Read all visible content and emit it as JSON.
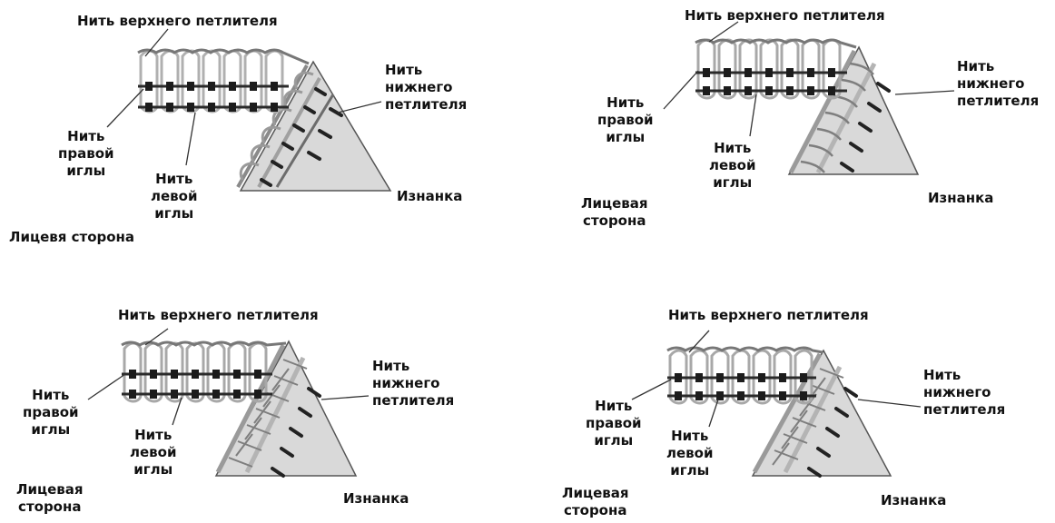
{
  "panels": [
    {
      "id": "top-left",
      "labels": {
        "upper_looper": "Нить верхнего петлителя",
        "lower_looper": "Нить\nнижнего\nпетлителя",
        "right_needle": "Нить\nправой\nиглы",
        "left_needle": "Нить\nлевой\nиглы",
        "reverse_side": "Изнанка",
        "face_side": "Лицевя сторона"
      }
    },
    {
      "id": "top-right",
      "labels": {
        "upper_looper": "Нить верхнего петлителя",
        "lower_looper": "Нить\nнижнего\nпетлителя",
        "right_needle": "Нить\nправой\nиглы",
        "left_needle": "Нить\nлевой\nиглы",
        "reverse_side": "Изнанка",
        "face_side": "Лицевая\nсторона"
      }
    },
    {
      "id": "bottom-left",
      "labels": {
        "upper_looper": "Нить верхнего петлителя",
        "lower_looper": "Нить\nнижнего\nпетлителя",
        "right_needle": "Нить\nправой\nиглы",
        "left_needle": "Нить\nлевой\nиглы",
        "reverse_side": "Изнанка",
        "face_side": "Лицевая\nсторона"
      }
    },
    {
      "id": "bottom-right",
      "labels": {
        "upper_looper": "Нить верхнего петлителя",
        "lower_looper": "Нить\nнижнего\nпетлителя",
        "right_needle": "Нить\nправой\nиглы",
        "left_needle": "Нить\nлевой\nиглы",
        "reverse_side": "Изнанка",
        "face_side": "Лицевая\nсторона"
      }
    }
  ],
  "colors": {
    "fabric": "#d9d9d9",
    "thread_light": "#bdbdbd",
    "thread_dark": "#2a2a2a",
    "leader": "#333333"
  }
}
